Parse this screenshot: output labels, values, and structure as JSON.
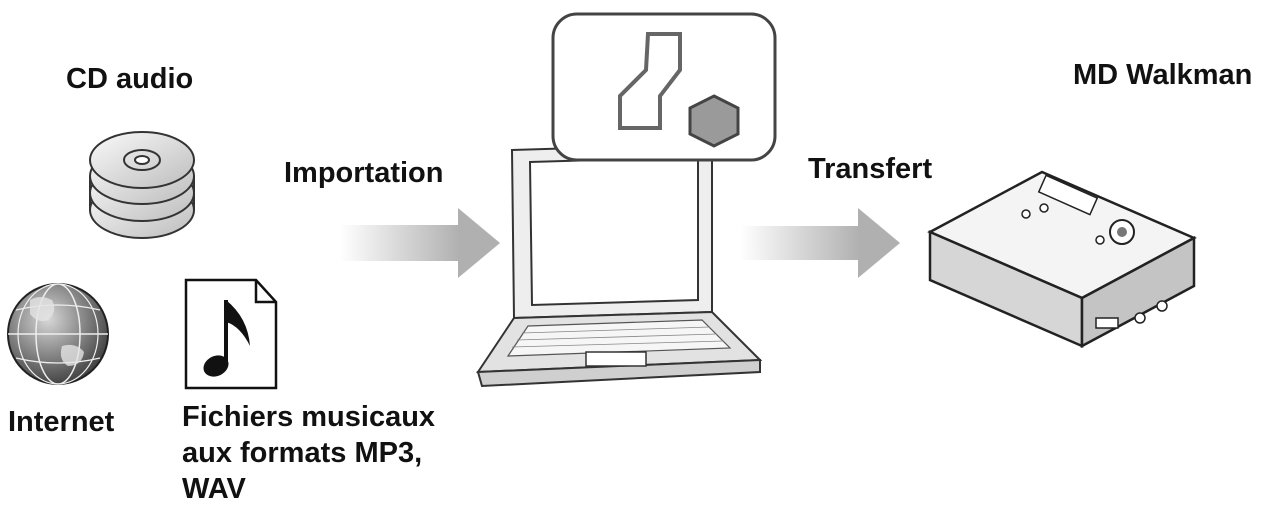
{
  "labels": {
    "cd_audio": "CD audio",
    "md_walkman": "MD Walkman",
    "importation": "Importation",
    "transfert": "Transfert",
    "internet": "Internet",
    "music_files": [
      "Fichiers musicaux",
      "aux formats MP3,",
      "WAV"
    ]
  },
  "colors": {
    "arrow": "#b8b8b8",
    "outline": "#555555",
    "device_fill": "#e6e6e6",
    "accent_gray": "#9a9a9a"
  },
  "icons": [
    "cd-stack-icon",
    "globe-icon",
    "music-file-icon",
    "laptop-icon",
    "software-logo-icon",
    "md-walkman-icon"
  ]
}
